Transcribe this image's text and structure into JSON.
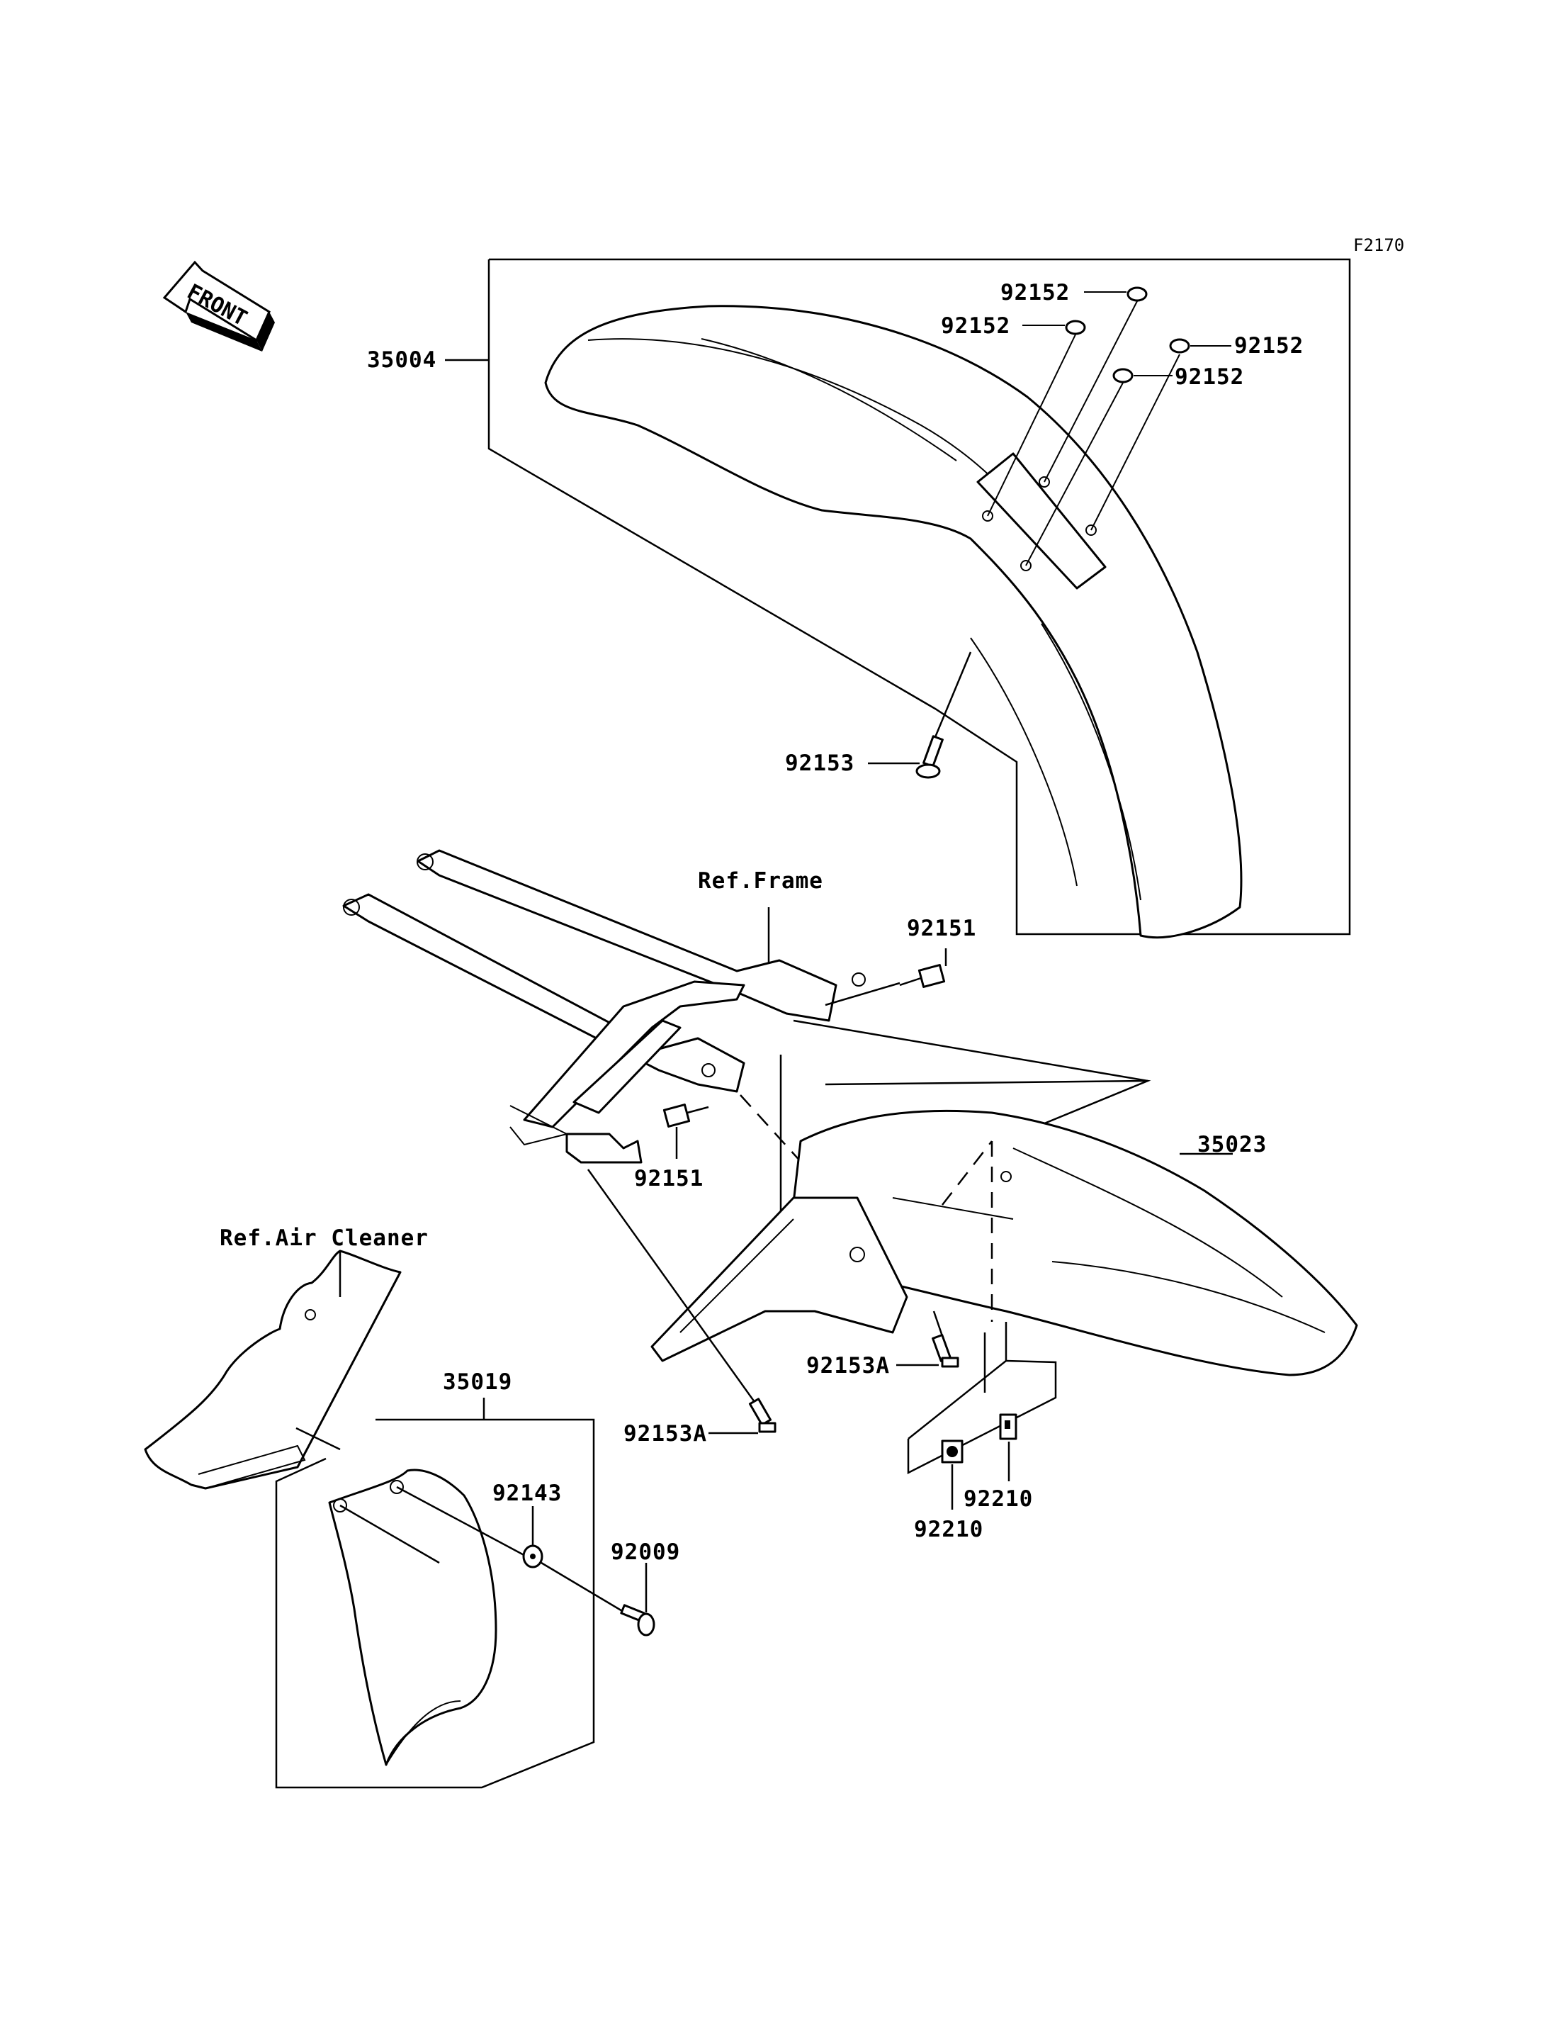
{
  "figure_code": "F2170",
  "direction_arrow": {
    "label": "FRONT",
    "icon": "front-arrow-icon"
  },
  "references": {
    "frame": "Ref.Frame",
    "air_cleaner": "Ref.Air Cleaner"
  },
  "callouts": {
    "p35004": "35004",
    "p92152_a": "92152",
    "p92152_b": "92152",
    "p92152_c": "92152",
    "p92152_d": "92152",
    "p92153": "92153",
    "p92151_a": "92151",
    "p92151_b": "92151",
    "p35023": "35023",
    "p92153A_a": "92153A",
    "p92153A_b": "92153A",
    "p92210_a": "92210",
    "p92210_b": "92210",
    "p35019": "35019",
    "p92143": "92143",
    "p92009": "92009"
  }
}
